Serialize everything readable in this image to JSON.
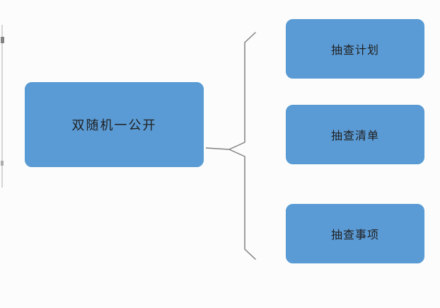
{
  "diagram": {
    "root": {
      "label": "双随机一公开"
    },
    "children": [
      {
        "label": "抽查计划"
      },
      {
        "label": "抽查清单"
      },
      {
        "label": "抽查事项"
      }
    ],
    "colors": {
      "node_fill": "#5b9bd5",
      "node_border": "#549ad2",
      "node_text": "#1f1f1f",
      "connector": "#808080",
      "background": "#fcfcfc"
    }
  }
}
